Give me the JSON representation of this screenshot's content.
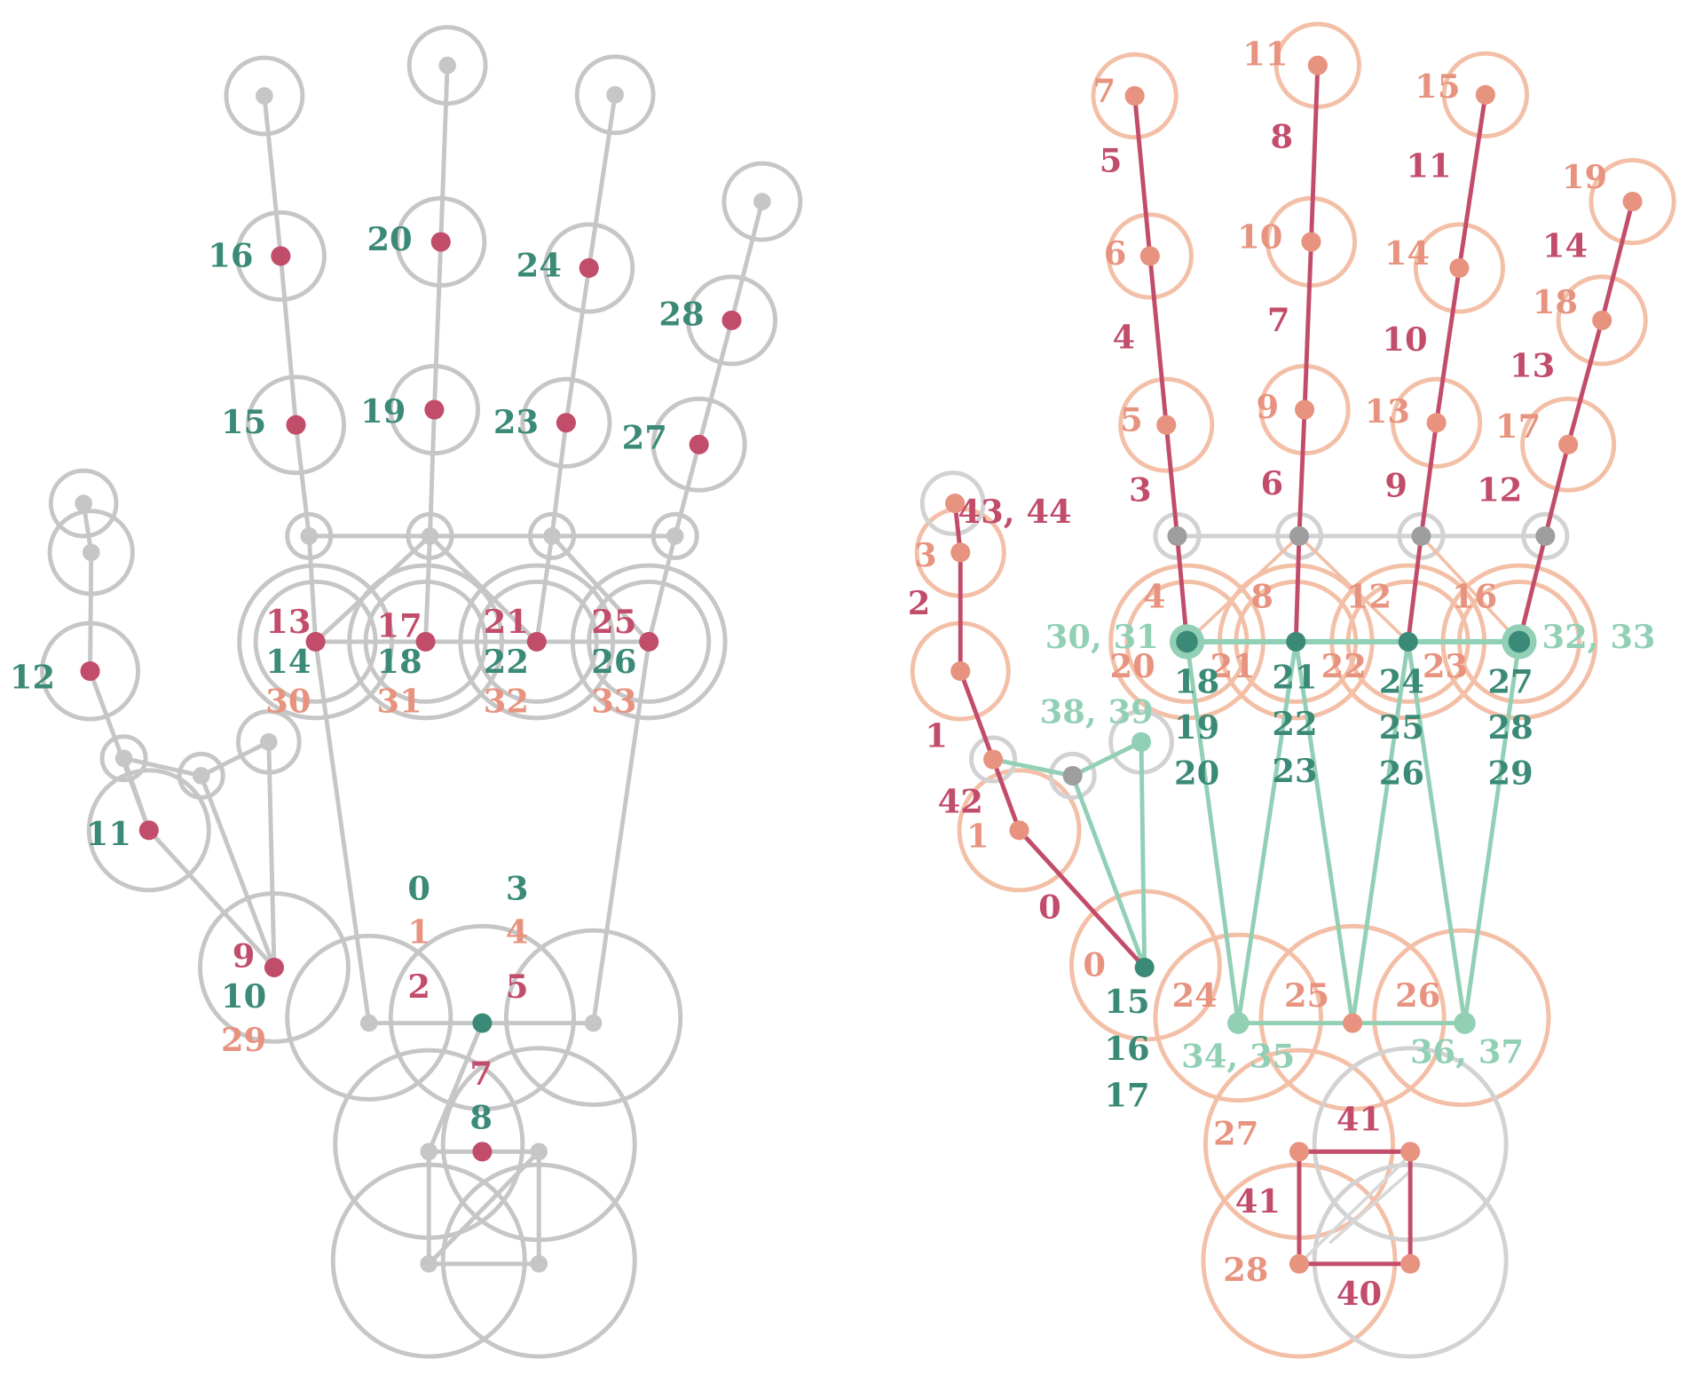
{
  "colors": {
    "crimson": "#c24d6b",
    "green": "#3b8a77",
    "lightgreen": "#92d0b6",
    "salmon": "#e7937f",
    "salmon_ring": "#f3bfa6",
    "gray": "#c6c6c6",
    "gray_node": "#9e9e9e"
  },
  "left_hand": {
    "labels": [
      "16",
      "20",
      "24",
      "28",
      "15",
      "19",
      "23",
      "27",
      "13",
      "14",
      "30",
      "17",
      "18",
      "31",
      "21",
      "22",
      "32",
      "25",
      "26",
      "33",
      "12",
      "11",
      "9",
      "10",
      "29",
      "0",
      "3",
      "1",
      "4",
      "2",
      "5",
      "7",
      "8"
    ]
  },
  "right_hand": {
    "labels": [
      "7",
      "6",
      "5",
      "11",
      "10",
      "9",
      "15",
      "14",
      "13",
      "19",
      "18",
      "17",
      "5",
      "4",
      "3",
      "8",
      "7",
      "6",
      "11",
      "10",
      "9",
      "14",
      "13",
      "12",
      "4",
      "8",
      "12",
      "16",
      "20",
      "21",
      "22",
      "23",
      "30, 31",
      "32, 33",
      "18",
      "19",
      "20",
      "21",
      "22",
      "23",
      "24",
      "25",
      "26",
      "27",
      "28",
      "29",
      "43, 44",
      "3",
      "2",
      "1",
      "38, 39",
      "42",
      "1",
      "0",
      "0",
      "15",
      "16",
      "17",
      "24",
      "25",
      "26",
      "34, 35",
      "36, 37",
      "27",
      "41",
      "41",
      "28",
      "40"
    ]
  }
}
